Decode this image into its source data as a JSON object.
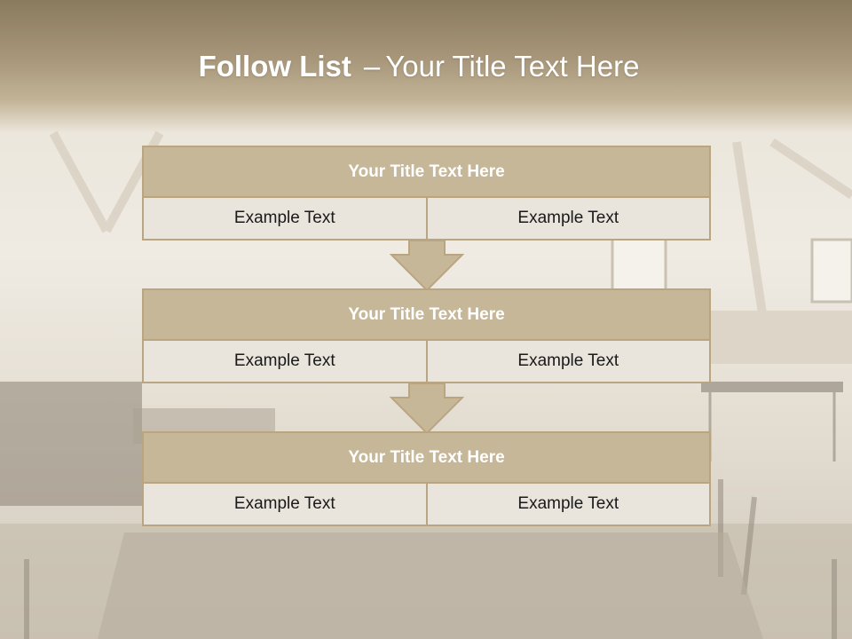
{
  "slide": {
    "title_bold": "Follow List",
    "title_sep": "–",
    "title_rest": "Your Title Text Here"
  },
  "blocks": [
    {
      "title": "Your Title Text Here",
      "cells": [
        "Example Text",
        "Example Text"
      ]
    },
    {
      "title": "Your Title Text Here",
      "cells": [
        "Example Text",
        "Example Text"
      ]
    },
    {
      "title": "Your Title Text Here",
      "cells": [
        "Example Text",
        "Example Text"
      ]
    }
  ],
  "colors": {
    "header_fill": "#c7b799",
    "border": "#b9a681",
    "cell_fill": "#e9e4dc",
    "title_band": "#a8977a"
  },
  "icons": [
    "down-arrow-icon"
  ]
}
